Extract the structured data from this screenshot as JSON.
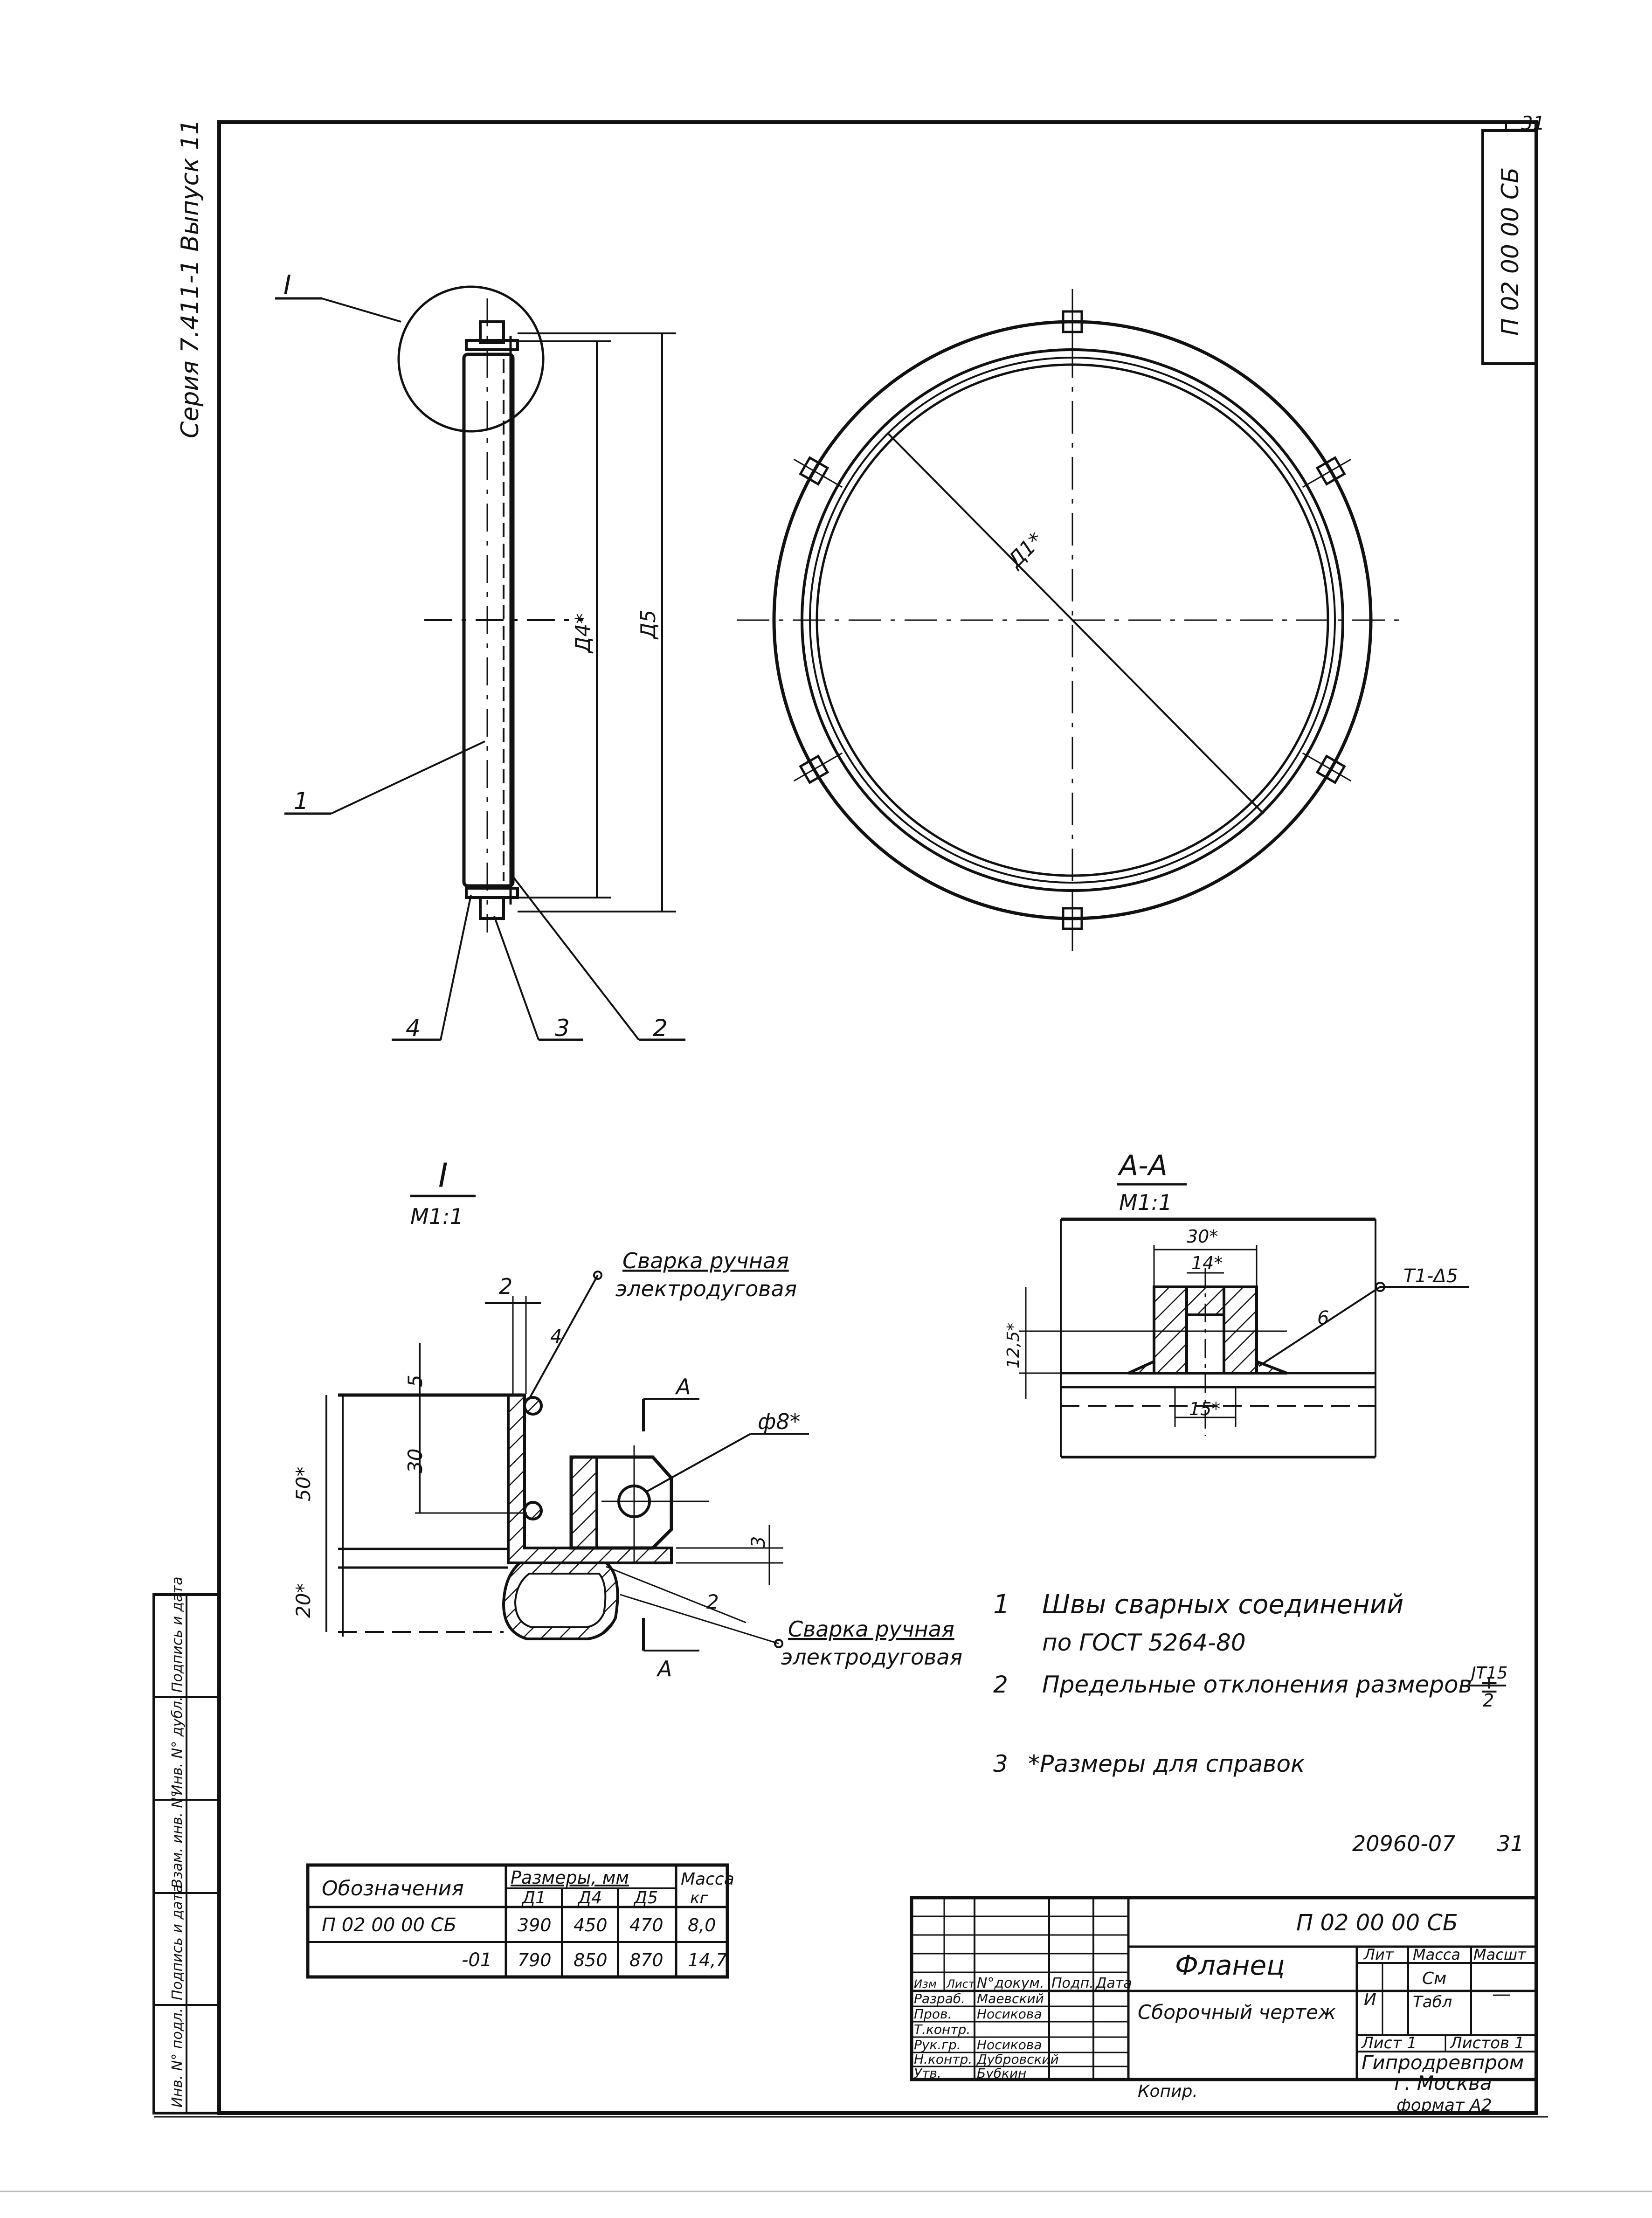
{
  "sheet": {
    "sheet_number": "31",
    "doc_code": "П 02 00 00 СБ",
    "series_text": "Серия 7.411-1  Выпуск 11",
    "drawing_number": "20960-07"
  },
  "view_labels": {
    "detail_mark": "I",
    "detail_title": "I",
    "detail_scale": "М1:1",
    "section_title": "А-А",
    "section_scale": "М1:1",
    "section_cut": "А"
  },
  "main_view": {
    "callouts": [
      "1",
      "2",
      "3",
      "4"
    ],
    "dim_d4": "Д4*",
    "dim_d5": "Д5",
    "dim_d1": "Д1*"
  },
  "detail_view": {
    "weld_note_top_1": "Сварка ручная",
    "weld_note_top_2": "электродуговая",
    "weld_note_bottom_1": "Сварка ручная",
    "weld_note_bottom_2": "электродуговая",
    "dim_2_top": "2",
    "dim_4": "4",
    "dim_5": "5",
    "dim_30": "30",
    "dim_50": "50*",
    "dim_20": "20*",
    "dim_3": "3",
    "dim_2_bottom": "2",
    "dim_hole": "ф8*"
  },
  "section_view": {
    "dim_30": "30*",
    "dim_14": "14*",
    "dim_15": "15*",
    "dim_12_5": "12,5*",
    "weld_symbol": "Т1-Δ5",
    "dim_6": "6"
  },
  "notes": [
    {
      "num": "1",
      "line1": "Швы сварных соединений",
      "line2": "по ГОСТ 5264-80"
    },
    {
      "num": "2",
      "line1": "Предельные отклонения размеров ±",
      "frac_top": "JT15",
      "frac_bottom": "2"
    },
    {
      "num": "3",
      "line1": "*Размеры для справок"
    }
  ],
  "size_table": {
    "headers": {
      "designation": "Обозначения",
      "group": "Размеры, мм",
      "d1": "Д1",
      "d4": "Д4",
      "d5": "Д5",
      "mass_1": "Масса",
      "mass_2": "кг"
    },
    "rows": [
      {
        "designation": "П 02 00 00 СБ",
        "d1": "390",
        "d4": "450",
        "d5": "470",
        "mass": "8,0"
      },
      {
        "designation": "-01",
        "d1": "790",
        "d4": "850",
        "d5": "870",
        "mass": "14,7"
      }
    ]
  },
  "title_block": {
    "code": "П 02 00 00 СБ",
    "title": "Фланец",
    "subtitle": "Сборочный чертеж",
    "col_headers": [
      "Изм",
      "Лист",
      "N°докум.",
      "Подп.",
      "Дата"
    ],
    "roles": [
      {
        "role": "Разраб.",
        "name": "Маевский"
      },
      {
        "role": "Пров.",
        "name": "Носикова"
      },
      {
        "role": "Т.контр.",
        "name": ""
      },
      {
        "role": "Рук.гр.",
        "name": "Носикова"
      },
      {
        "role": "Н.контр.",
        "name": "Дубровский"
      },
      {
        "role": "Утв.",
        "name": "Бубкин"
      }
    ],
    "lit_label": "Лит",
    "mass_label": "Масса",
    "scale_label": "Масшт",
    "lit_value": "И",
    "mass_value_1": "См",
    "mass_value_2": "Табл",
    "scale_value": "—",
    "sheet_label": "Лист 1",
    "sheets_label": "Листов 1",
    "org_1": "Гипродревпром",
    "org_2": "г. Москва",
    "copy_label": "Копир.",
    "format_label": "формат А2"
  },
  "side_stamp": [
    "Инв. N° подл.",
    "Подпись и дата",
    "Взам. инв. N°",
    "Инв. N° дубл.",
    "Подпись и дата"
  ]
}
